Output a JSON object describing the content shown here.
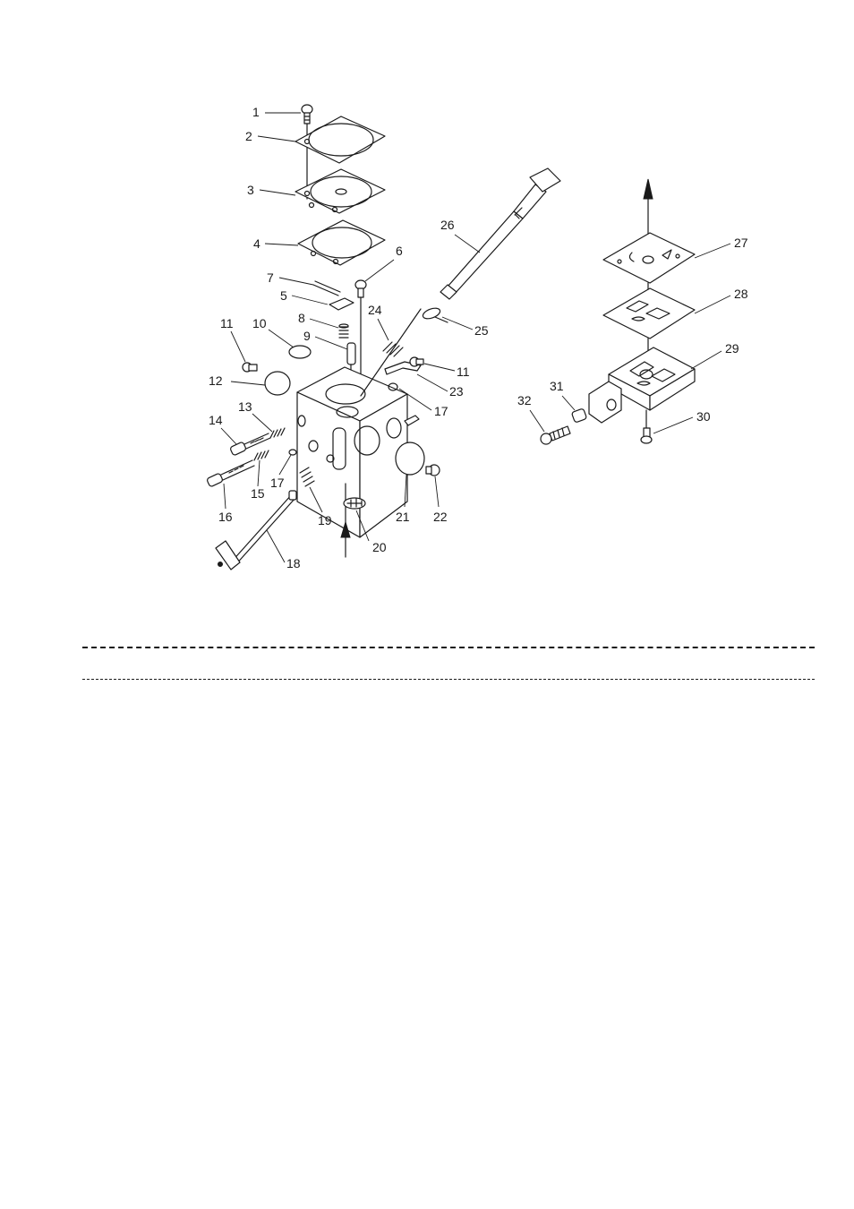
{
  "figure": {
    "part_numbers": [
      "1",
      "2",
      "3",
      "4",
      "5",
      "6",
      "7",
      "8",
      "9",
      "10",
      "11",
      "12",
      "13",
      "14",
      "15",
      "16",
      "17",
      "18",
      "19",
      "20",
      "21",
      "22",
      "23",
      "24",
      "25",
      "26",
      "27",
      "28",
      "29",
      "30",
      "31",
      "32"
    ],
    "repeat_labels": {
      "11b": "11",
      "17b": "17"
    }
  },
  "separators": [
    "dashed-line-thick",
    "dashed-line-thin"
  ]
}
